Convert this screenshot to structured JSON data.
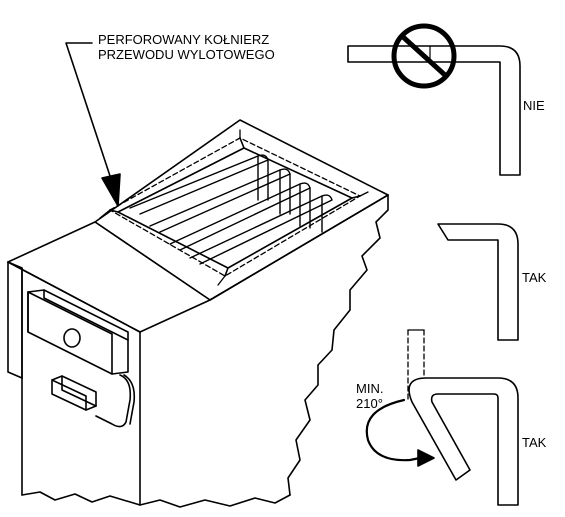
{
  "labels": {
    "flange_line1": "PERFOROWANY KOŁNIERZ",
    "flange_line2": "PRZEWODU WYLOTOWEGO",
    "nie": "NIE",
    "tak_1": "TAK",
    "tak_2": "TAK",
    "min_line1": "MIN.",
    "min_line2": "210°"
  },
  "colors": {
    "ink": "#000000",
    "background": "#ffffff"
  },
  "icons": {
    "prohibited": "prohibited-icon",
    "rotation_arrow": "rotation-arrow-icon"
  }
}
